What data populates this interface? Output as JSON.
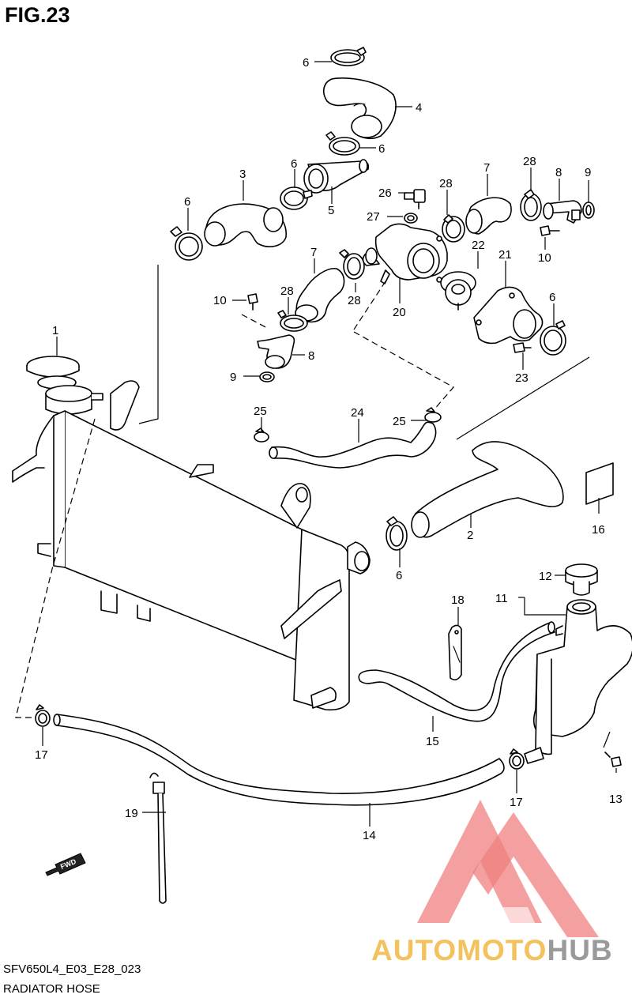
{
  "figure": {
    "title": "FIG.23",
    "model_code": "SFV650L4_E03_E28_023",
    "name": "RADIATOR HOSE"
  },
  "direction_label": "FWD",
  "watermark": {
    "word_a": "AUTOMOTO",
    "word_b": "HUB",
    "colors": {
      "triangle": "#f08080",
      "word_a": "#f3c25e",
      "word_b": "#9a9a9a"
    }
  },
  "callouts": {
    "c1": "1",
    "c2": "2",
    "c3": "3",
    "c4": "4",
    "c5": "5",
    "c6a": "6",
    "c6b": "6",
    "c6c": "6",
    "c6d": "6",
    "c6e": "6",
    "c6f": "6",
    "c7a": "7",
    "c7b": "7",
    "c8a": "8",
    "c8b": "8",
    "c9a": "9",
    "c9b": "9",
    "c10a": "10",
    "c10b": "10",
    "c11": "11",
    "c12": "12",
    "c13": "13",
    "c14": "14",
    "c15": "15",
    "c16": "16",
    "c17a": "17",
    "c17b": "17",
    "c18": "18",
    "c19": "19",
    "c20": "20",
    "c21": "21",
    "c22": "22",
    "c23": "23",
    "c24": "24",
    "c25a": "25",
    "c25b": "25",
    "c26": "26",
    "c27": "27",
    "c28a": "28",
    "c28b": "28",
    "c28c": "28",
    "c28d": "28"
  }
}
